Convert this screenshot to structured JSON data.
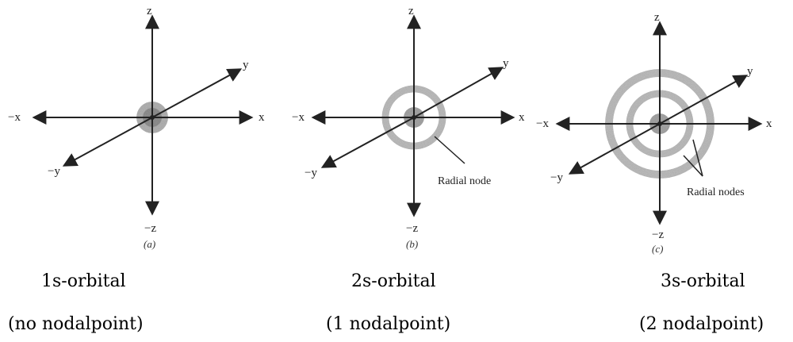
{
  "axis_labels": {
    "x": "x",
    "neg_x": "−x",
    "y": "y",
    "neg_y": "−y",
    "z": "z",
    "neg_z": "−z"
  },
  "colors": {
    "axis": "#222222",
    "shading": "#8a8a8a",
    "nucleus": "#555555"
  },
  "panels": [
    {
      "sublabel": "(a)",
      "name": "1s-orbital",
      "nodes": "(no nodalpoint)",
      "node_annotation": ""
    },
    {
      "sublabel": "(b)",
      "name": "2s-orbital",
      "nodes": "(1 nodalpoint)",
      "node_annotation": "Radial node"
    },
    {
      "sublabel": "(c)",
      "name": "3s-orbital",
      "nodes": "(2 nodalpoint)",
      "node_annotation": "Radial nodes"
    }
  ]
}
